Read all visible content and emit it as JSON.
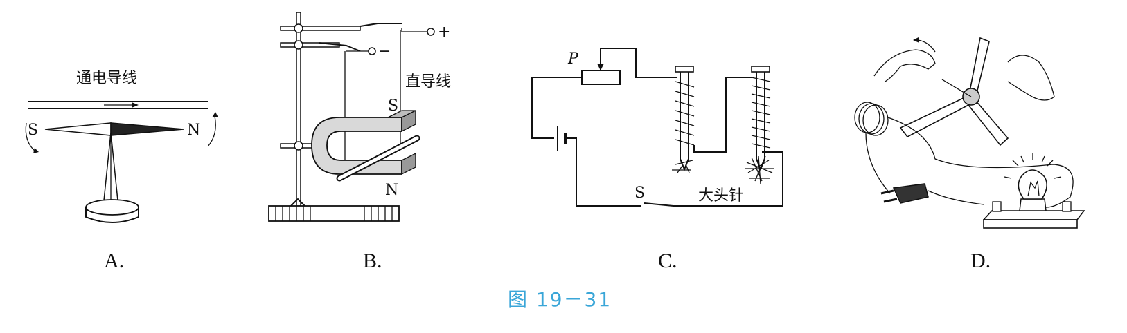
{
  "panel_a": {
    "wire_label": "通电导线",
    "pole_s": "S",
    "pole_n": "N",
    "option": "A."
  },
  "panel_b": {
    "plus": "+",
    "minus": "−",
    "wire_label": "直导线",
    "magnet_s": "S",
    "magnet_n": "N",
    "option": "B."
  },
  "panel_c": {
    "rheostat": "P",
    "switch": "S",
    "pins_label": "大头针",
    "option": "C."
  },
  "panel_d": {
    "option": "D."
  },
  "caption": "图 19－31"
}
